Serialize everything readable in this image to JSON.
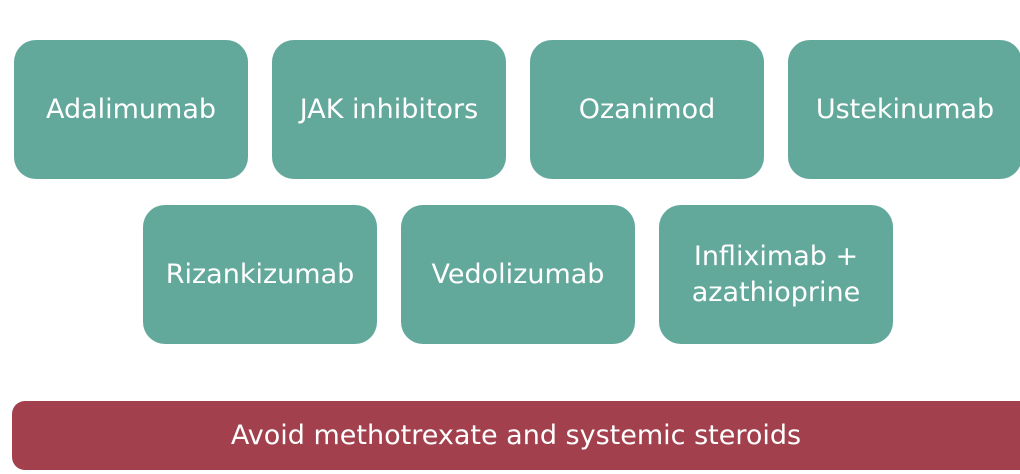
{
  "colors": {
    "drug_box": "#62a89b",
    "warning_bar": "#a2404d",
    "text": "#ffffff"
  },
  "drugs_row1": [
    {
      "label": "Adalimumab"
    },
    {
      "label": "JAK inhibitors"
    },
    {
      "label": "Ozanimod"
    },
    {
      "label": "Ustekinumab"
    }
  ],
  "drugs_row2": [
    {
      "label": "Rizankizumab"
    },
    {
      "label": "Vedolizumab"
    },
    {
      "label": "Infliximab +\nazathioprine"
    }
  ],
  "warning": {
    "label": "Avoid methotrexate and systemic steroids"
  }
}
